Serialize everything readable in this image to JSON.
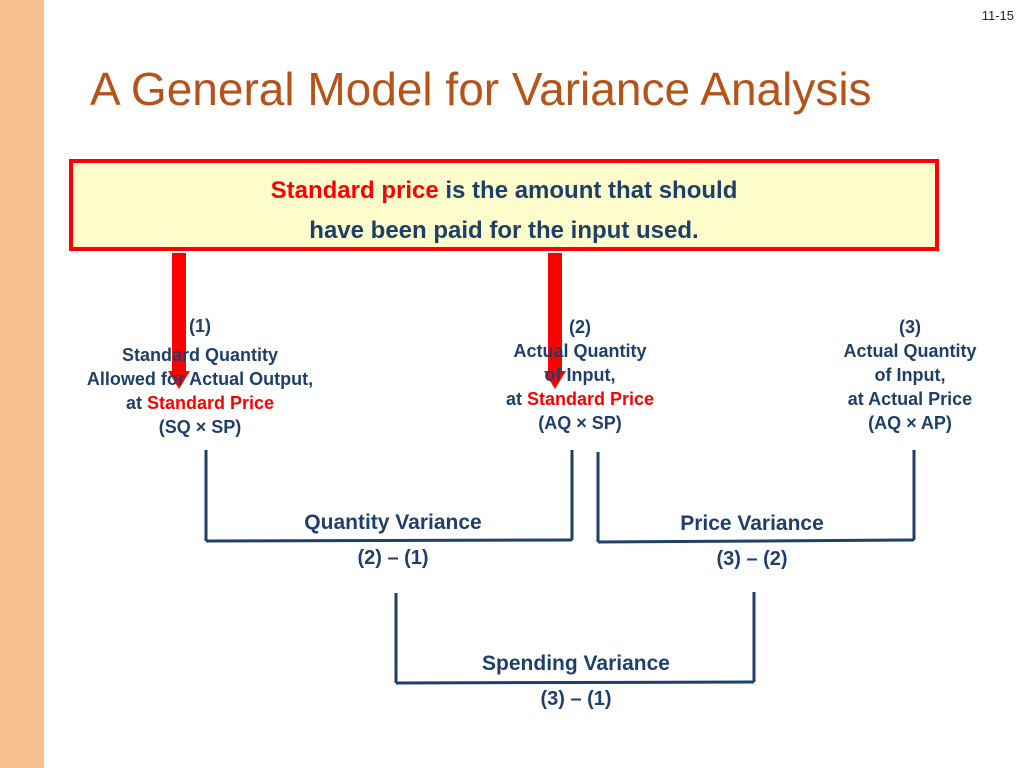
{
  "slide": {
    "number": "11-15",
    "title": "A General Model for Variance Analysis"
  },
  "definition": {
    "term": "Standard price",
    "line1_rest": " is the amount that should",
    "line2": "have been paid for the input used."
  },
  "columns": [
    {
      "number": "(1)",
      "line1": "Standard Quantity",
      "line2": "Allowed for Actual Output,",
      "line3_prefix": "at ",
      "line3_highlight": "Standard Price",
      "formula": "(SQ × SP)"
    },
    {
      "number": "(2)",
      "line1": "Actual Quantity",
      "line2": "of Input,",
      "line3_prefix": "at ",
      "line3_highlight": "Standard Price",
      "formula": "(AQ × SP)"
    },
    {
      "number": "(3)",
      "line1": "Actual Quantity",
      "line2": "of Input,",
      "line3": "at Actual Price",
      "formula": "(AQ × AP)"
    }
  ],
  "variances": {
    "quantity": {
      "label": "Quantity Variance",
      "formula": "(2) – (1)"
    },
    "price": {
      "label": "Price Variance",
      "formula": "(3) – (2)"
    },
    "spending": {
      "label": "Spending Variance",
      "formula": "(3) – (1)"
    }
  },
  "colors": {
    "accent_bar": "#f9c08f",
    "title": "#b5541a",
    "text": "#1f3f6b",
    "highlight": "#ff0000",
    "box_fill": "#fdfdcc"
  }
}
